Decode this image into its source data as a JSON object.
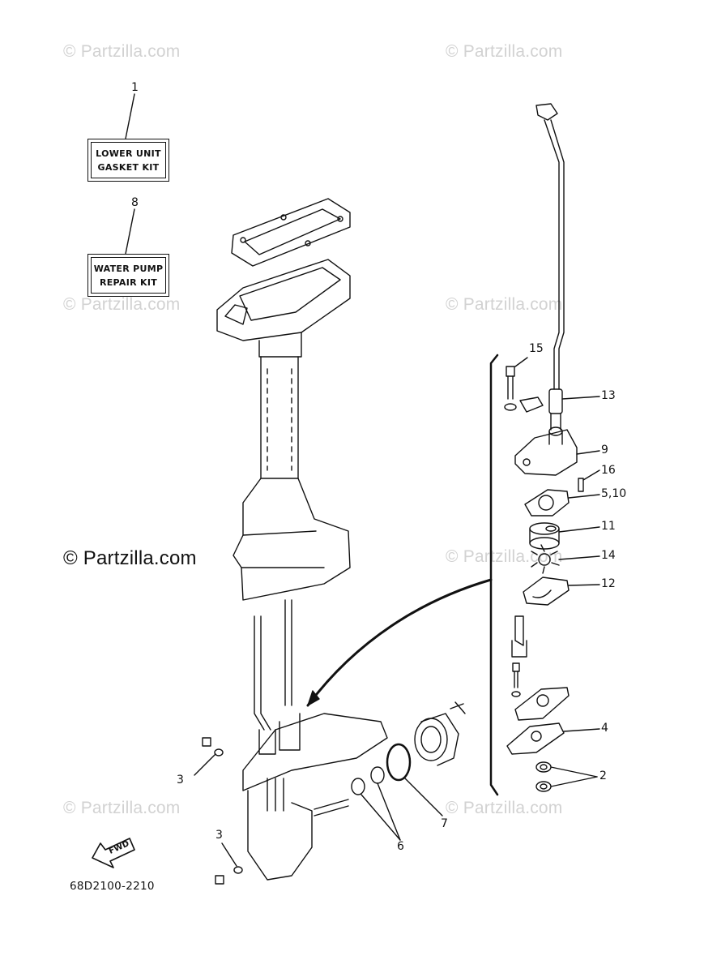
{
  "watermarks": {
    "text": "© Partzilla.com"
  },
  "kits": {
    "lower_unit": {
      "line1": "LOWER UNIT",
      "line2": "GASKET KIT"
    },
    "water_pump": {
      "line1": "WATER PUMP",
      "line2": "REPAIR KIT"
    }
  },
  "callouts": {
    "c1": "1",
    "c8": "8",
    "c15": "15",
    "c13": "13",
    "c9": "9",
    "c16": "16",
    "c5_10": "5,10",
    "c11": "11",
    "c14": "14",
    "c12": "12",
    "c4": "4",
    "c2": "2",
    "c3a": "3",
    "c3b": "3",
    "c6": "6",
    "c7": "7"
  },
  "fwd_label": "FWD",
  "diagram_code": "68D2100-2210",
  "colors": {
    "ink": "#111111",
    "watermark": "#d2d2d2",
    "background": "#ffffff"
  }
}
